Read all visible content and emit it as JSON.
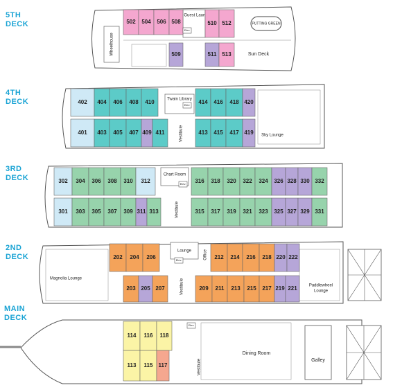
{
  "colors": {
    "pink": "#f4a7cf",
    "purple": "#b6a6d8",
    "teal": "#5ccbc8",
    "light_blue": "#cfe9f6",
    "green": "#97d3ac",
    "orange": "#f4a35a",
    "yellow": "#fbf4a6",
    "salmon": "#f5a78f",
    "hull": "#ffffff",
    "outline": "#555555",
    "label_blue": "#19a3d4"
  },
  "decks": [
    {
      "id": "fifth",
      "label_line1": "5TH",
      "label_line2": "DECK",
      "rooms": [
        {
          "num": "502",
          "color": "pink"
        },
        {
          "num": "504",
          "color": "pink"
        },
        {
          "num": "506",
          "color": "pink"
        },
        {
          "num": "508",
          "color": "pink"
        },
        {
          "num": "510",
          "color": "pink"
        },
        {
          "num": "512",
          "color": "pink"
        },
        {
          "num": "509",
          "color": "purple"
        },
        {
          "num": "511",
          "color": "purple"
        },
        {
          "num": "513",
          "color": "pink"
        }
      ],
      "texts": {
        "wheelhouse": "Wheelhouse",
        "guest_laundry": "Guest Laundry",
        "putting_green": "PUTTING GREEN",
        "sun_deck": "Sun Deck",
        "elev": "Elev."
      }
    },
    {
      "id": "fourth",
      "label_line1": "4TH",
      "label_line2": "DECK",
      "rooms": [
        {
          "num": "402",
          "color": "light_blue"
        },
        {
          "num": "404",
          "color": "teal"
        },
        {
          "num": "406",
          "color": "teal"
        },
        {
          "num": "408",
          "color": "teal"
        },
        {
          "num": "410",
          "color": "teal"
        },
        {
          "num": "414",
          "color": "teal"
        },
        {
          "num": "416",
          "color": "teal"
        },
        {
          "num": "418",
          "color": "teal"
        },
        {
          "num": "420",
          "color": "purple"
        },
        {
          "num": "401",
          "color": "light_blue"
        },
        {
          "num": "403",
          "color": "teal"
        },
        {
          "num": "405",
          "color": "teal"
        },
        {
          "num": "407",
          "color": "teal"
        },
        {
          "num": "409",
          "color": "purple"
        },
        {
          "num": "411",
          "color": "teal"
        },
        {
          "num": "413",
          "color": "teal"
        },
        {
          "num": "415",
          "color": "teal"
        },
        {
          "num": "417",
          "color": "teal"
        },
        {
          "num": "419",
          "color": "purple"
        }
      ],
      "texts": {
        "library": "Twain Library",
        "vestibule": "Vestibule",
        "sky_lounge": "Sky Lounge",
        "elev": "Elev."
      }
    },
    {
      "id": "third",
      "label_line1": "3RD",
      "label_line2": "DECK",
      "rooms": [
        {
          "num": "302",
          "color": "light_blue"
        },
        {
          "num": "304",
          "color": "green"
        },
        {
          "num": "306",
          "color": "green"
        },
        {
          "num": "308",
          "color": "green"
        },
        {
          "num": "310",
          "color": "green"
        },
        {
          "num": "312",
          "color": "light_blue"
        },
        {
          "num": "316",
          "color": "green"
        },
        {
          "num": "318",
          "color": "green"
        },
        {
          "num": "320",
          "color": "green"
        },
        {
          "num": "322",
          "color": "green"
        },
        {
          "num": "324",
          "color": "green"
        },
        {
          "num": "326",
          "color": "purple"
        },
        {
          "num": "328",
          "color": "purple"
        },
        {
          "num": "330",
          "color": "purple"
        },
        {
          "num": "332",
          "color": "green"
        },
        {
          "num": "301",
          "color": "light_blue"
        },
        {
          "num": "303",
          "color": "green"
        },
        {
          "num": "305",
          "color": "green"
        },
        {
          "num": "307",
          "color": "green"
        },
        {
          "num": "309",
          "color": "green"
        },
        {
          "num": "311",
          "color": "purple"
        },
        {
          "num": "313",
          "color": "green"
        },
        {
          "num": "315",
          "color": "green"
        },
        {
          "num": "317",
          "color": "green"
        },
        {
          "num": "319",
          "color": "green"
        },
        {
          "num": "321",
          "color": "green"
        },
        {
          "num": "323",
          "color": "green"
        },
        {
          "num": "325",
          "color": "purple"
        },
        {
          "num": "327",
          "color": "purple"
        },
        {
          "num": "329",
          "color": "purple"
        },
        {
          "num": "331",
          "color": "green"
        }
      ],
      "texts": {
        "chart_room": "Chart Room",
        "vestibule": "Vestibule",
        "elev": "Elev."
      }
    },
    {
      "id": "second",
      "label_line1": "2ND",
      "label_line2": "DECK",
      "rooms": [
        {
          "num": "202",
          "color": "orange"
        },
        {
          "num": "204",
          "color": "orange"
        },
        {
          "num": "206",
          "color": "orange"
        },
        {
          "num": "212",
          "color": "orange"
        },
        {
          "num": "214",
          "color": "orange"
        },
        {
          "num": "216",
          "color": "orange"
        },
        {
          "num": "218",
          "color": "orange"
        },
        {
          "num": "220",
          "color": "purple"
        },
        {
          "num": "222",
          "color": "purple"
        },
        {
          "num": "203",
          "color": "orange"
        },
        {
          "num": "205",
          "color": "purple"
        },
        {
          "num": "207",
          "color": "orange"
        },
        {
          "num": "209",
          "color": "orange"
        },
        {
          "num": "211",
          "color": "orange"
        },
        {
          "num": "213",
          "color": "orange"
        },
        {
          "num": "215",
          "color": "orange"
        },
        {
          "num": "217",
          "color": "orange"
        },
        {
          "num": "219",
          "color": "purple"
        },
        {
          "num": "221",
          "color": "purple"
        }
      ],
      "texts": {
        "lounge": "Lounge",
        "office": "Office",
        "magnolia": "Magnolia Lounge",
        "paddlewheel_1": "Paddlewheel",
        "paddlewheel_2": "Lounge",
        "vestibule": "Vestibule",
        "elev": "Elev."
      }
    },
    {
      "id": "main",
      "label_line1": "MAIN",
      "label_line2": "DECK",
      "rooms": [
        {
          "num": "114",
          "color": "yellow"
        },
        {
          "num": "116",
          "color": "yellow"
        },
        {
          "num": "118",
          "color": "yellow"
        },
        {
          "num": "113",
          "color": "yellow"
        },
        {
          "num": "115",
          "color": "yellow"
        },
        {
          "num": "117",
          "color": "salmon"
        }
      ],
      "texts": {
        "dining_room": "Dining Room",
        "galley": "Galley",
        "vestibule": "Vestibule",
        "elev": "Elev."
      }
    }
  ]
}
